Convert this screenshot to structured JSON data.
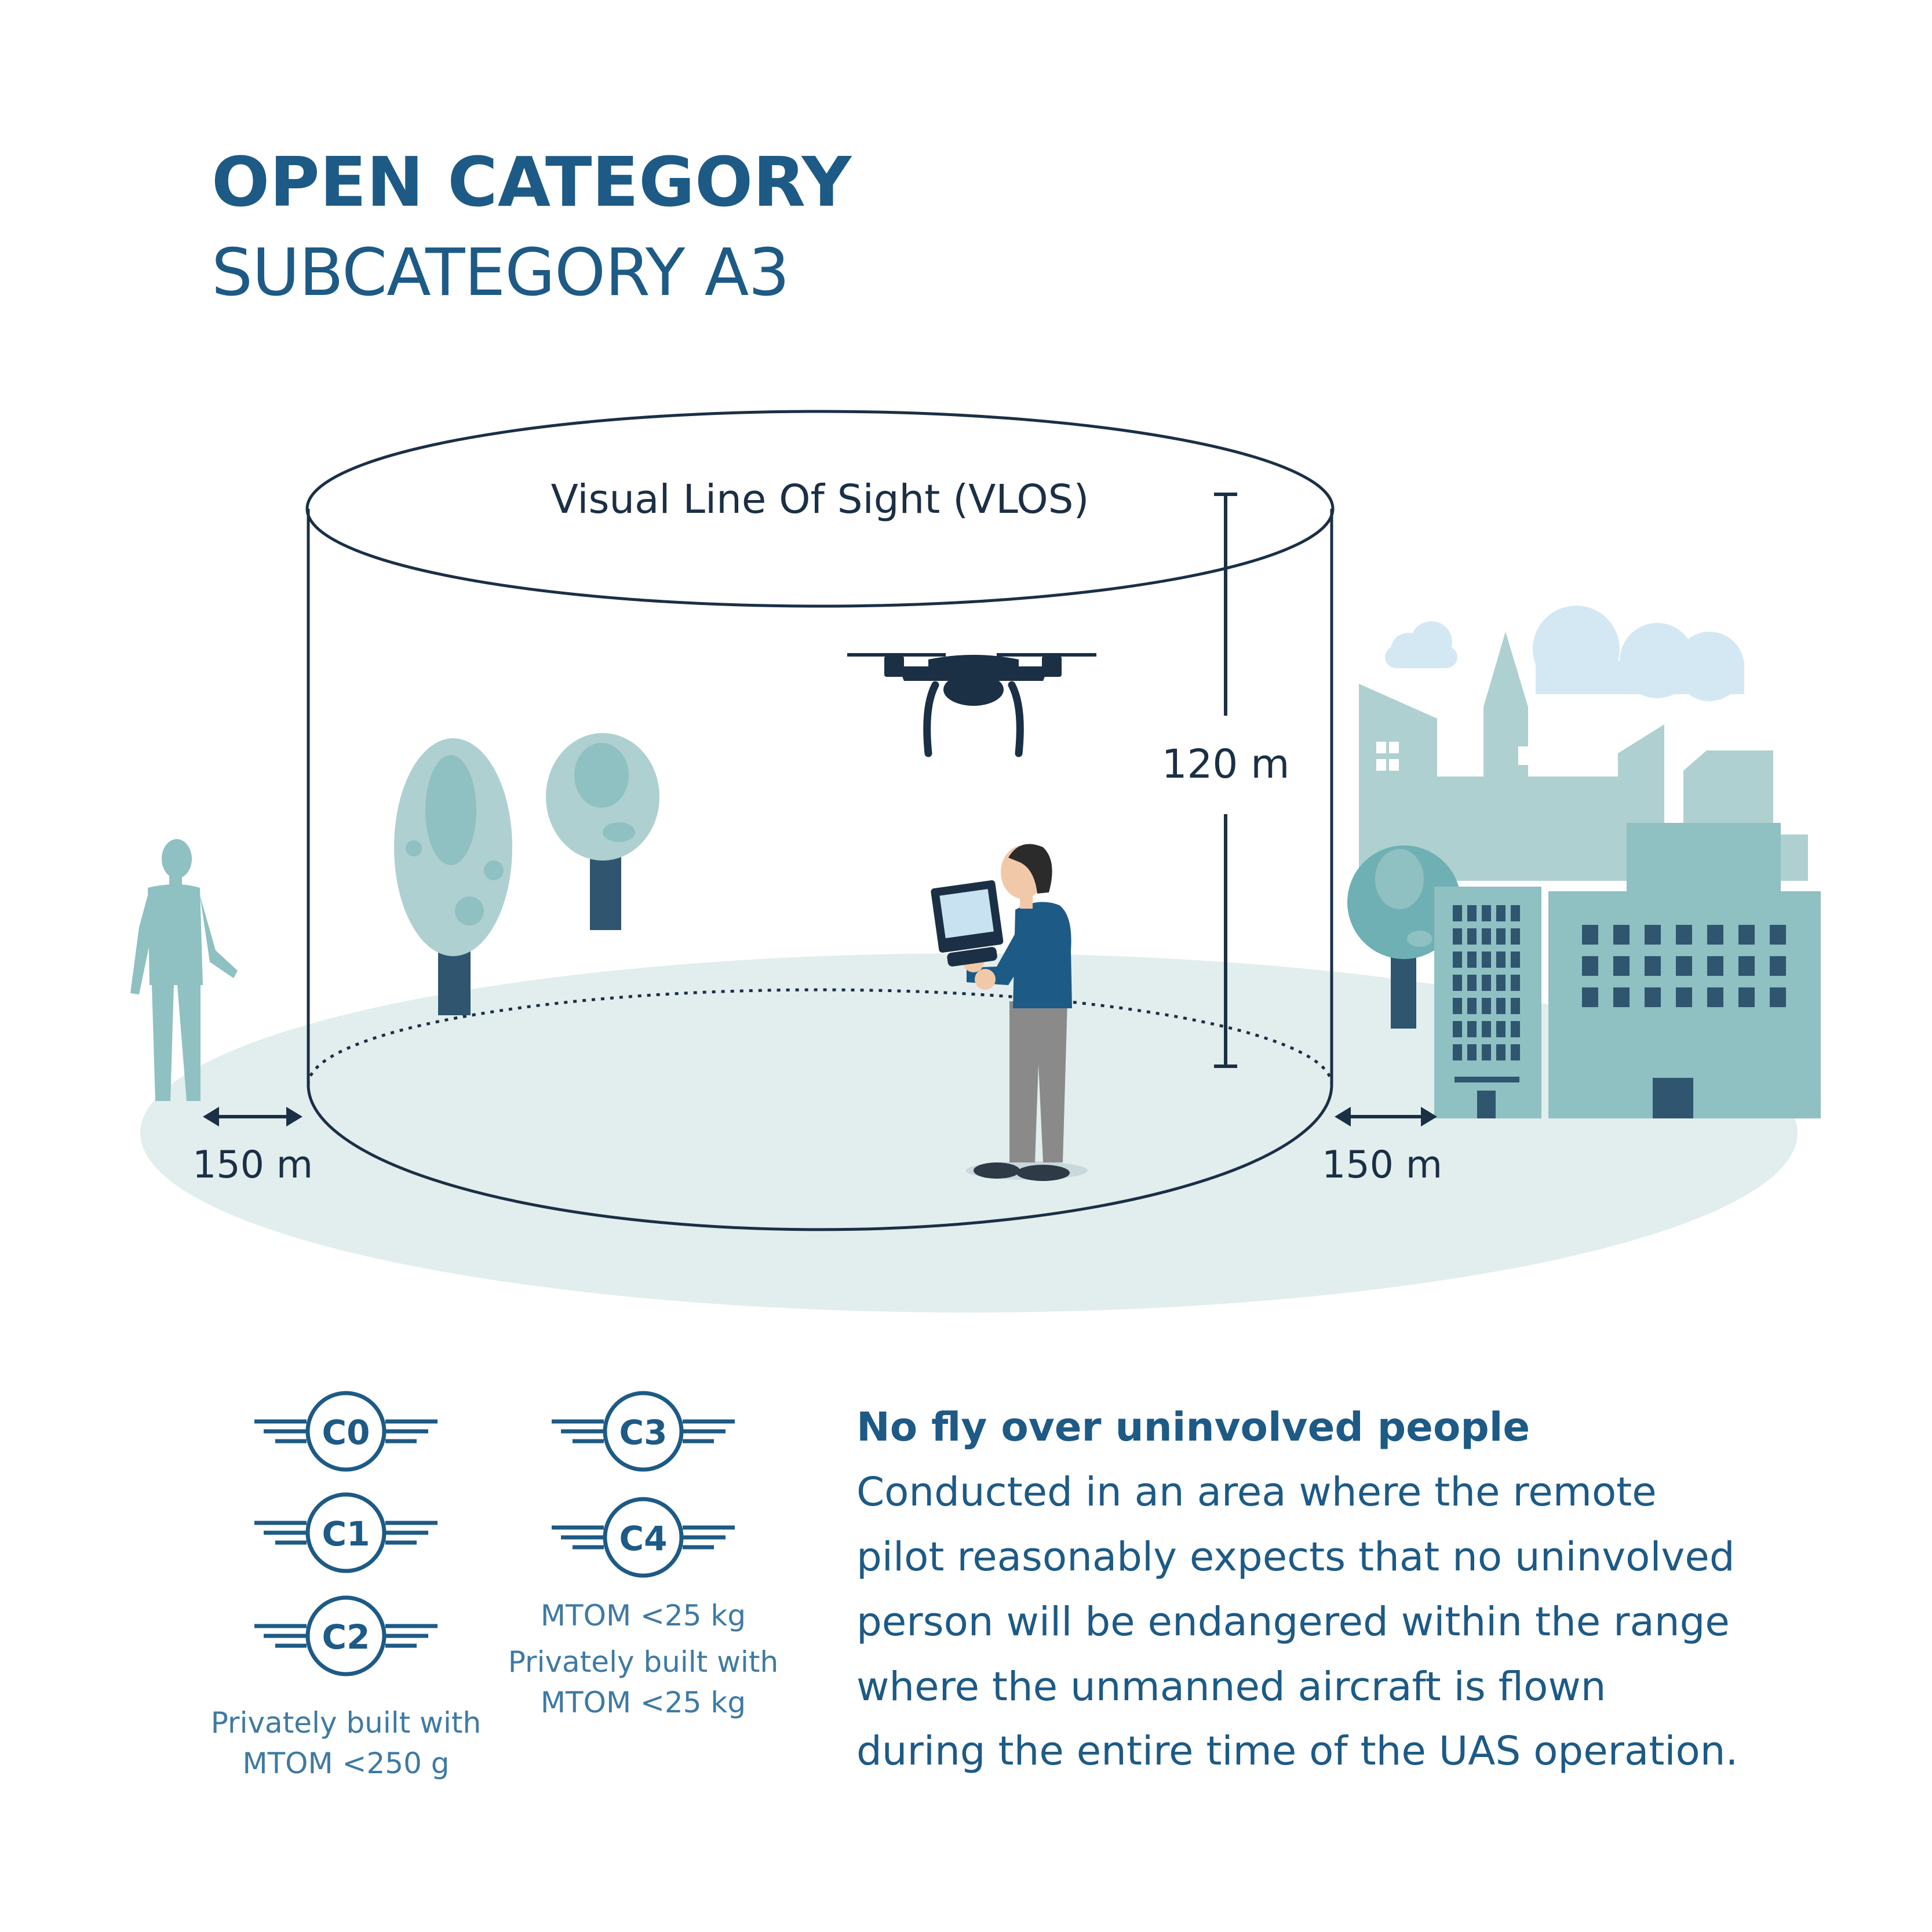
{
  "header": {
    "title": "OPEN CATEGORY",
    "subtitle": "SUBCATEGORY A3"
  },
  "diagram": {
    "vlos_label": "Visual Line Of Sight (VLOS)",
    "height_label": "120 m",
    "left_distance_label": "150 m",
    "right_distance_label": "150 m"
  },
  "class_badges": {
    "left_column": [
      {
        "label": "C0"
      },
      {
        "label": "C1"
      },
      {
        "label": "C2"
      }
    ],
    "right_column": [
      {
        "label": "C3"
      },
      {
        "label": "C4"
      }
    ],
    "left_note": [
      "Privately built with",
      "MTOM <250 g"
    ],
    "right_note": [
      "MTOM <25 kg",
      "Privately built with",
      "MTOM <25 kg"
    ]
  },
  "rule": {
    "heading": "No fly over uninvolved people",
    "lines": [
      "Conducted in an area where the remote",
      "pilot reasonably expects that no uninvolved",
      "person will be endangered within the range",
      "where the unmanned aircraft is flown",
      "during the entire time of the UAS operation."
    ]
  },
  "colors": {
    "primary": "#1d5a86",
    "dark_navy": "#1b2f45",
    "ground": "#e2eeee",
    "teal": "#8fc0c2",
    "light_teal": "#afd0d0",
    "sky": "#d4e8f4"
  }
}
